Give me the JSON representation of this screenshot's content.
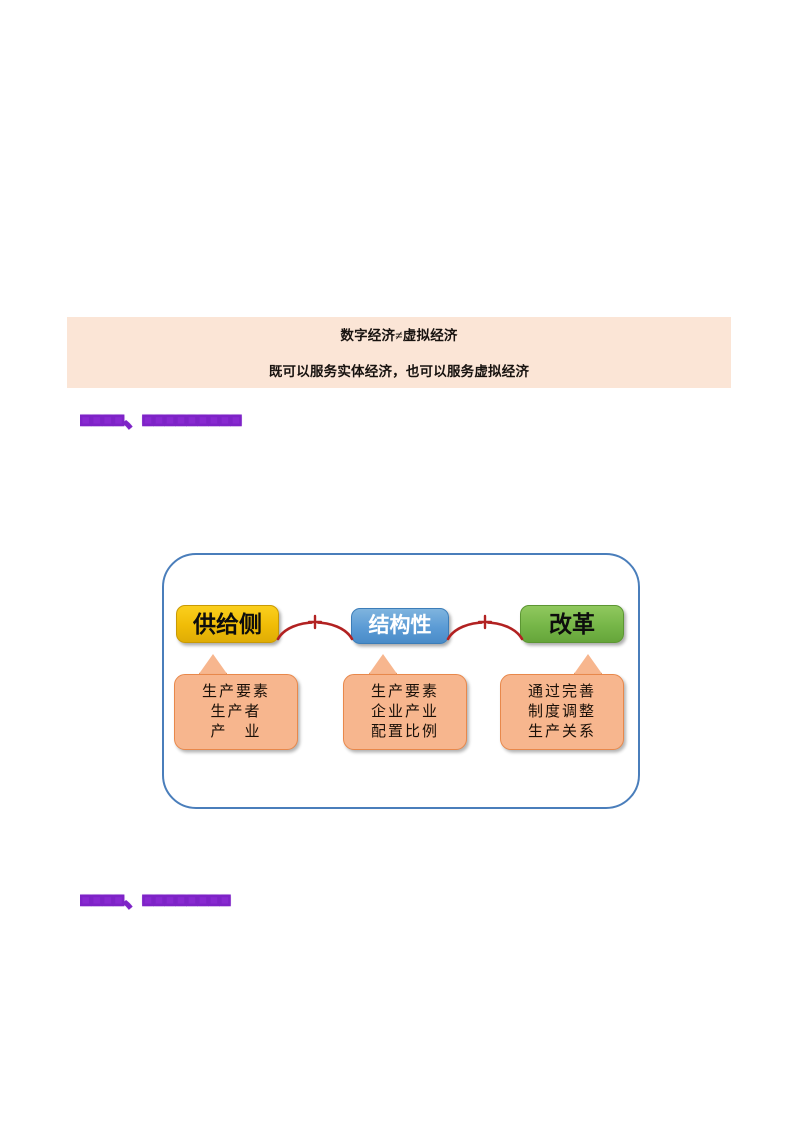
{
  "page": {
    "background_color": "#ffffff"
  },
  "banner": {
    "background_color": "#fbe5d6",
    "line1": "数字经济≠虚拟经济",
    "line2": "既可以服务实体经济，也可以服务虚拟经济"
  },
  "headings": {
    "color": "#7b2fb5",
    "heading1": "■■■■、■■■■■■■■■",
    "heading2": "■■■■、■■■■■■■■"
  },
  "diagram": {
    "frame_color": "#4a7ebb",
    "keywords": [
      {
        "name": "supply-side",
        "label": "供给侧",
        "fill": "#f0bc07",
        "text_color": "#0d0d0d"
      },
      {
        "name": "structural",
        "label": "结构性",
        "fill": "#5b9bd5",
        "text_color": "#ffffff"
      },
      {
        "name": "reform",
        "label": "改革",
        "fill": "#76b648",
        "text_color": "#0d0d0d"
      }
    ],
    "connectors": [
      {
        "symbol": "+",
        "color": "#b22222"
      },
      {
        "symbol": "+",
        "color": "#b22222"
      }
    ],
    "callouts": [
      {
        "name": "supply-side-callout",
        "fill": "#f7b68e",
        "lines": [
          "生产要素",
          "生产者",
          "产　业"
        ]
      },
      {
        "name": "structural-callout",
        "fill": "#f7b68e",
        "lines": [
          "生产要素",
          "企业产业",
          "配置比例"
        ]
      },
      {
        "name": "reform-callout",
        "fill": "#f7b68e",
        "lines": [
          "通过完善",
          "制度调整",
          "生产关系"
        ]
      }
    ]
  }
}
